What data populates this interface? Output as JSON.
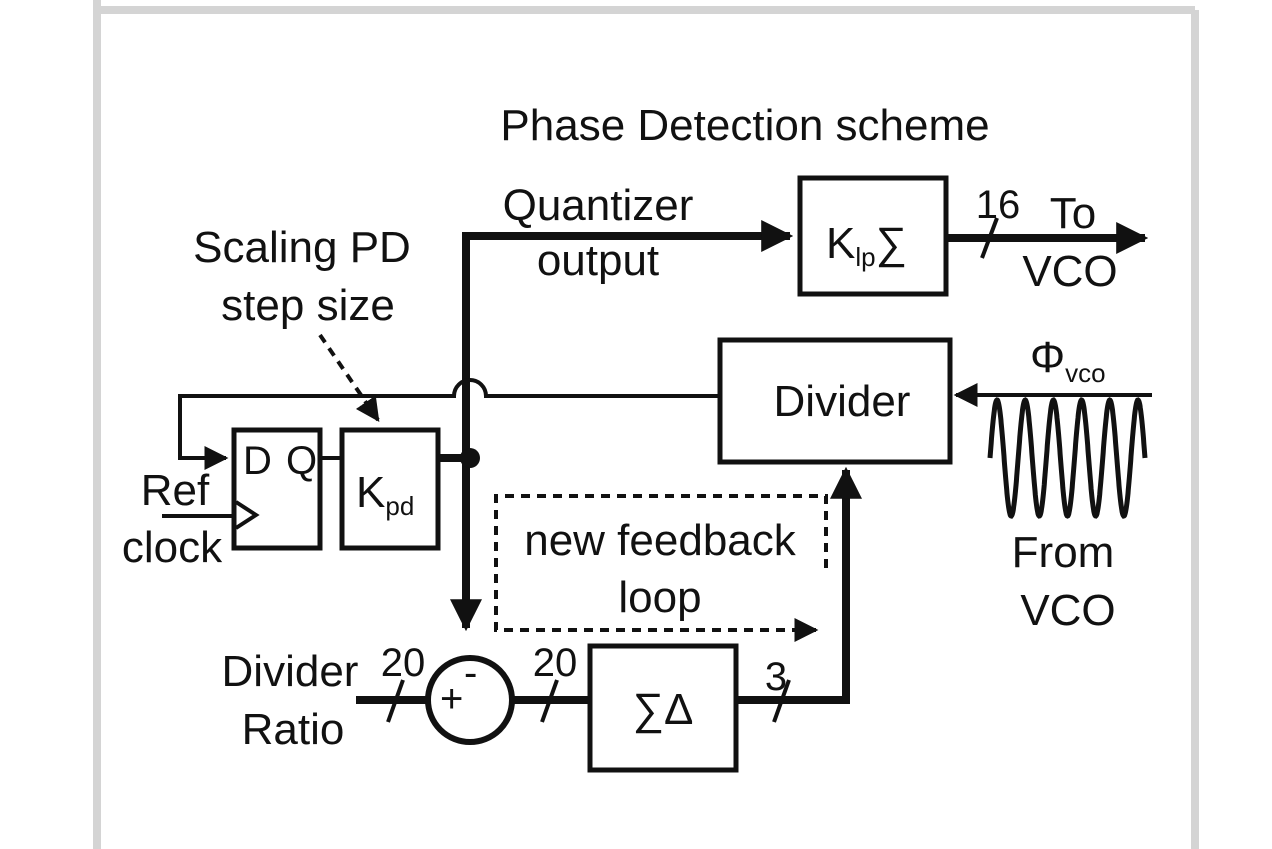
{
  "diagram": {
    "title": "Phase Detection scheme",
    "quantizer_label": [
      "Quantizer",
      "output"
    ],
    "scaling_label": [
      "Scaling PD",
      "step size"
    ],
    "ref_clock_label": [
      "Ref",
      "clock"
    ],
    "divider_ratio_label": [
      "Divider",
      "Ratio"
    ],
    "to_vco_label": [
      "To",
      "VCO"
    ],
    "from_vco_label": [
      "From",
      "VCO"
    ],
    "phi_vco": {
      "main": "Φ",
      "sub": "vco"
    },
    "feedback_label": [
      "new feedback",
      "loop"
    ],
    "blocks": {
      "klp": {
        "main": "K",
        "sub": "lp",
        "tail": "∑"
      },
      "kpd": {
        "main": "K",
        "sub": "pd"
      },
      "divider": "Divider",
      "sigma_delta": "∑Δ",
      "dff_d": "D",
      "dff_q": "Q"
    },
    "bus_widths": {
      "to_vco": "16",
      "divider_ratio": "20",
      "sum_out": "20",
      "sd_out": "3"
    },
    "adder_signs": {
      "plus": "+",
      "minus": "-"
    }
  },
  "colors": {
    "line": "#111111",
    "frame": "#d4d4d4"
  }
}
